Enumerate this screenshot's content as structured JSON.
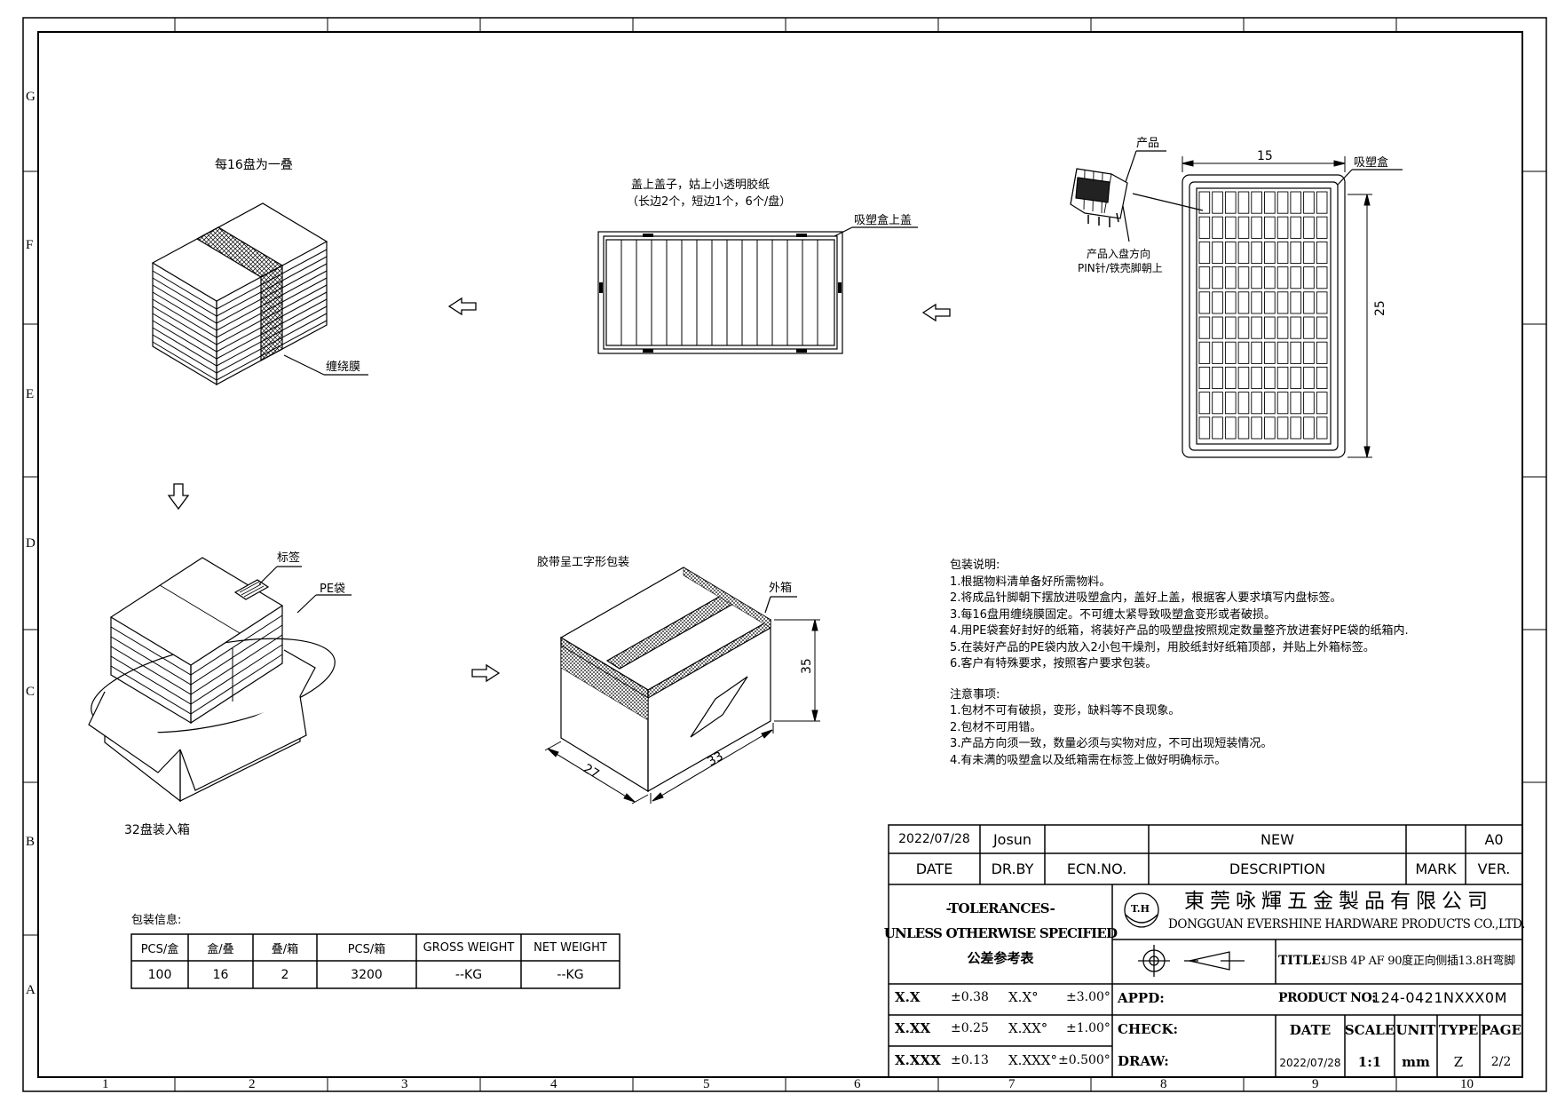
{
  "zones": {
    "rows": [
      "G",
      "F",
      "E",
      "D",
      "C",
      "B",
      "A"
    ],
    "cols": [
      "1",
      "2",
      "3",
      "4",
      "5",
      "6",
      "7",
      "8",
      "9",
      "10"
    ]
  },
  "labels": {
    "stack_title": "每16盘为一叠",
    "wrap_film": "缠绕膜",
    "cover_line1": "盖上盖子，姑上小透明胶纸",
    "cover_line2": "（长边2个，短边1个，6个/盘）",
    "tray_cover": "吸塑盒上盖",
    "product": "产品",
    "tray_box": "吸塑盒",
    "dir_line1": "产品入盘方向",
    "dir_line2": "PIN针/铁壳脚朝上",
    "dim_width": "15",
    "dim_height": "25",
    "label_tag": "标签",
    "pe_bag": "PE袋",
    "box_count": "32盘装入箱",
    "tape_pack": "胶带呈工字形包装",
    "outer_box": "外箱",
    "dim_box_h": "35",
    "dim_box_l": "33",
    "dim_box_w": "27"
  },
  "notes": {
    "pack_title": "包装说明:",
    "pack_items": [
      "1.根据物料清单备好所需物料。",
      "2.将成品针脚朝下摆放进吸塑盒内，盖好上盖，根据客人要求填写内盘标签。",
      "3.每16盘用缠绕膜固定。不可缠太紧导致吸塑盒变形或者破损。",
      "4.用PE袋套好封好的纸箱，将装好产品的吸塑盘按照规定数量整齐放进套好PE袋的纸箱内.",
      "5.在装好产品的PE袋内放入2小包干燥剂，用胶纸封好纸箱顶部，并贴上外箱标签。",
      "6.客户有特殊要求，按照客户要求包装。"
    ],
    "caution_title": "注意事项:",
    "caution_items": [
      "1.包材不可有破损，变形，缺料等不良现象。",
      "2.包材不可用错。",
      "3.产品方向须一致，数量必须与实物对应，不可出现短装情况。",
      "4.有未满的吸塑盒以及纸箱需在标签上做好明确标示。"
    ]
  },
  "pack_info": {
    "title": "包装信息:",
    "headers": [
      "PCS/盒",
      "盒/叠",
      "叠/箱",
      "PCS/箱",
      "GROSS WEIGHT",
      "NET WEIGHT"
    ],
    "values": [
      "100",
      "16",
      "2",
      "3200",
      "--KG",
      "--KG"
    ]
  },
  "title_block": {
    "date_value": "2022/07/28",
    "drby_value": "Josun",
    "ecn_value": "",
    "description_value": "NEW",
    "mark_value": "",
    "ver_value": "A0",
    "date_label": "DATE",
    "drby_label": "DR.BY",
    "ecn_label": "ECN.NO.",
    "description_label": "DESCRIPTION",
    "mark_label": "MARK",
    "ver_label": "VER.",
    "tol_line1": "-TOLERANCES-",
    "tol_line2": "UNLESS OTHERWISE SPECIFIED",
    "tol_line3": "公差参考表",
    "logo_text": "T.H",
    "company_cn": "東莞咏輝五金製品有限公司",
    "company_en": "DONGGUAN EVERSHINE HARDWARE PRODUCTS CO.,LTD.",
    "title_label": "TITLE:",
    "title_value": "USB 4P AF 90度正向侧插13.8H弯脚",
    "tol_rows": [
      {
        "a": "X.X",
        "b": "±0.38",
        "c": "X.X°",
        "d": "±3.00°"
      },
      {
        "a": "X.XX",
        "b": "±0.25",
        "c": "X.XX°",
        "d": "±1.00°"
      },
      {
        "a": "X.XXX",
        "b": "±0.13",
        "c": "X.XXX°",
        "d": "±0.500°"
      }
    ],
    "appd_label": "APPD:",
    "check_label": "CHECK:",
    "draw_label": "DRAW:",
    "product_no_label": "PRODUCT NO:",
    "product_no_value": "124-0421NXXX0M",
    "bottom_headers": [
      "DATE",
      "SCALE",
      "UNIT",
      "TYPE",
      "PAGE"
    ],
    "bottom_values": [
      "2022/07/28",
      "1:1",
      "mm",
      "Z",
      "2/2"
    ]
  }
}
